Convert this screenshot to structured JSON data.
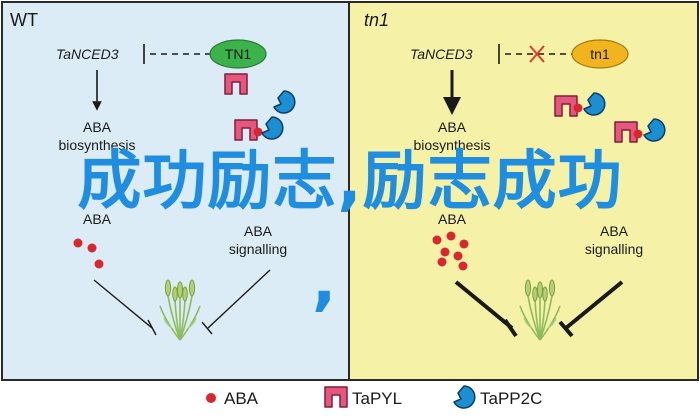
{
  "colors": {
    "wt_panel": "#dcecf6",
    "tn1_panel": "#f5f2a8",
    "border": "#2a2a2a",
    "tn1_wt_color": "#3cb34a",
    "tn1_mut_color": "#f2b41e",
    "cross": "#e23b2e",
    "aba_dot": "#d8272e",
    "tapyl": "#e6567f",
    "tapp2c": "#1b8fd1",
    "overlay_text": "#1f8ee0"
  },
  "wt_panel": {
    "title": "WT",
    "gene": "TaNCED3",
    "tn1_label": "TN1",
    "biosynthesis_line1": "ABA",
    "biosynthesis_line2": "biosynthesis",
    "aba_label": "ABA",
    "signalling_line1": "ABA",
    "signalling_line2": "signalling"
  },
  "tn1_panel": {
    "title": "tn1",
    "gene": "TaNCED3",
    "tn1_label": "tn1",
    "biosynthesis_line1": "ABA",
    "biosynthesis_line2": "biosynthesis",
    "aba_label": "ABA",
    "signalling_line1": "ABA",
    "signalling_line2": "signalling"
  },
  "legend": {
    "aba": "ABA",
    "tapyl": "TaPYL",
    "tapp2c": "TaPP2C"
  },
  "overlay": {
    "text": "成功励志,励志成功",
    "comma": ","
  }
}
